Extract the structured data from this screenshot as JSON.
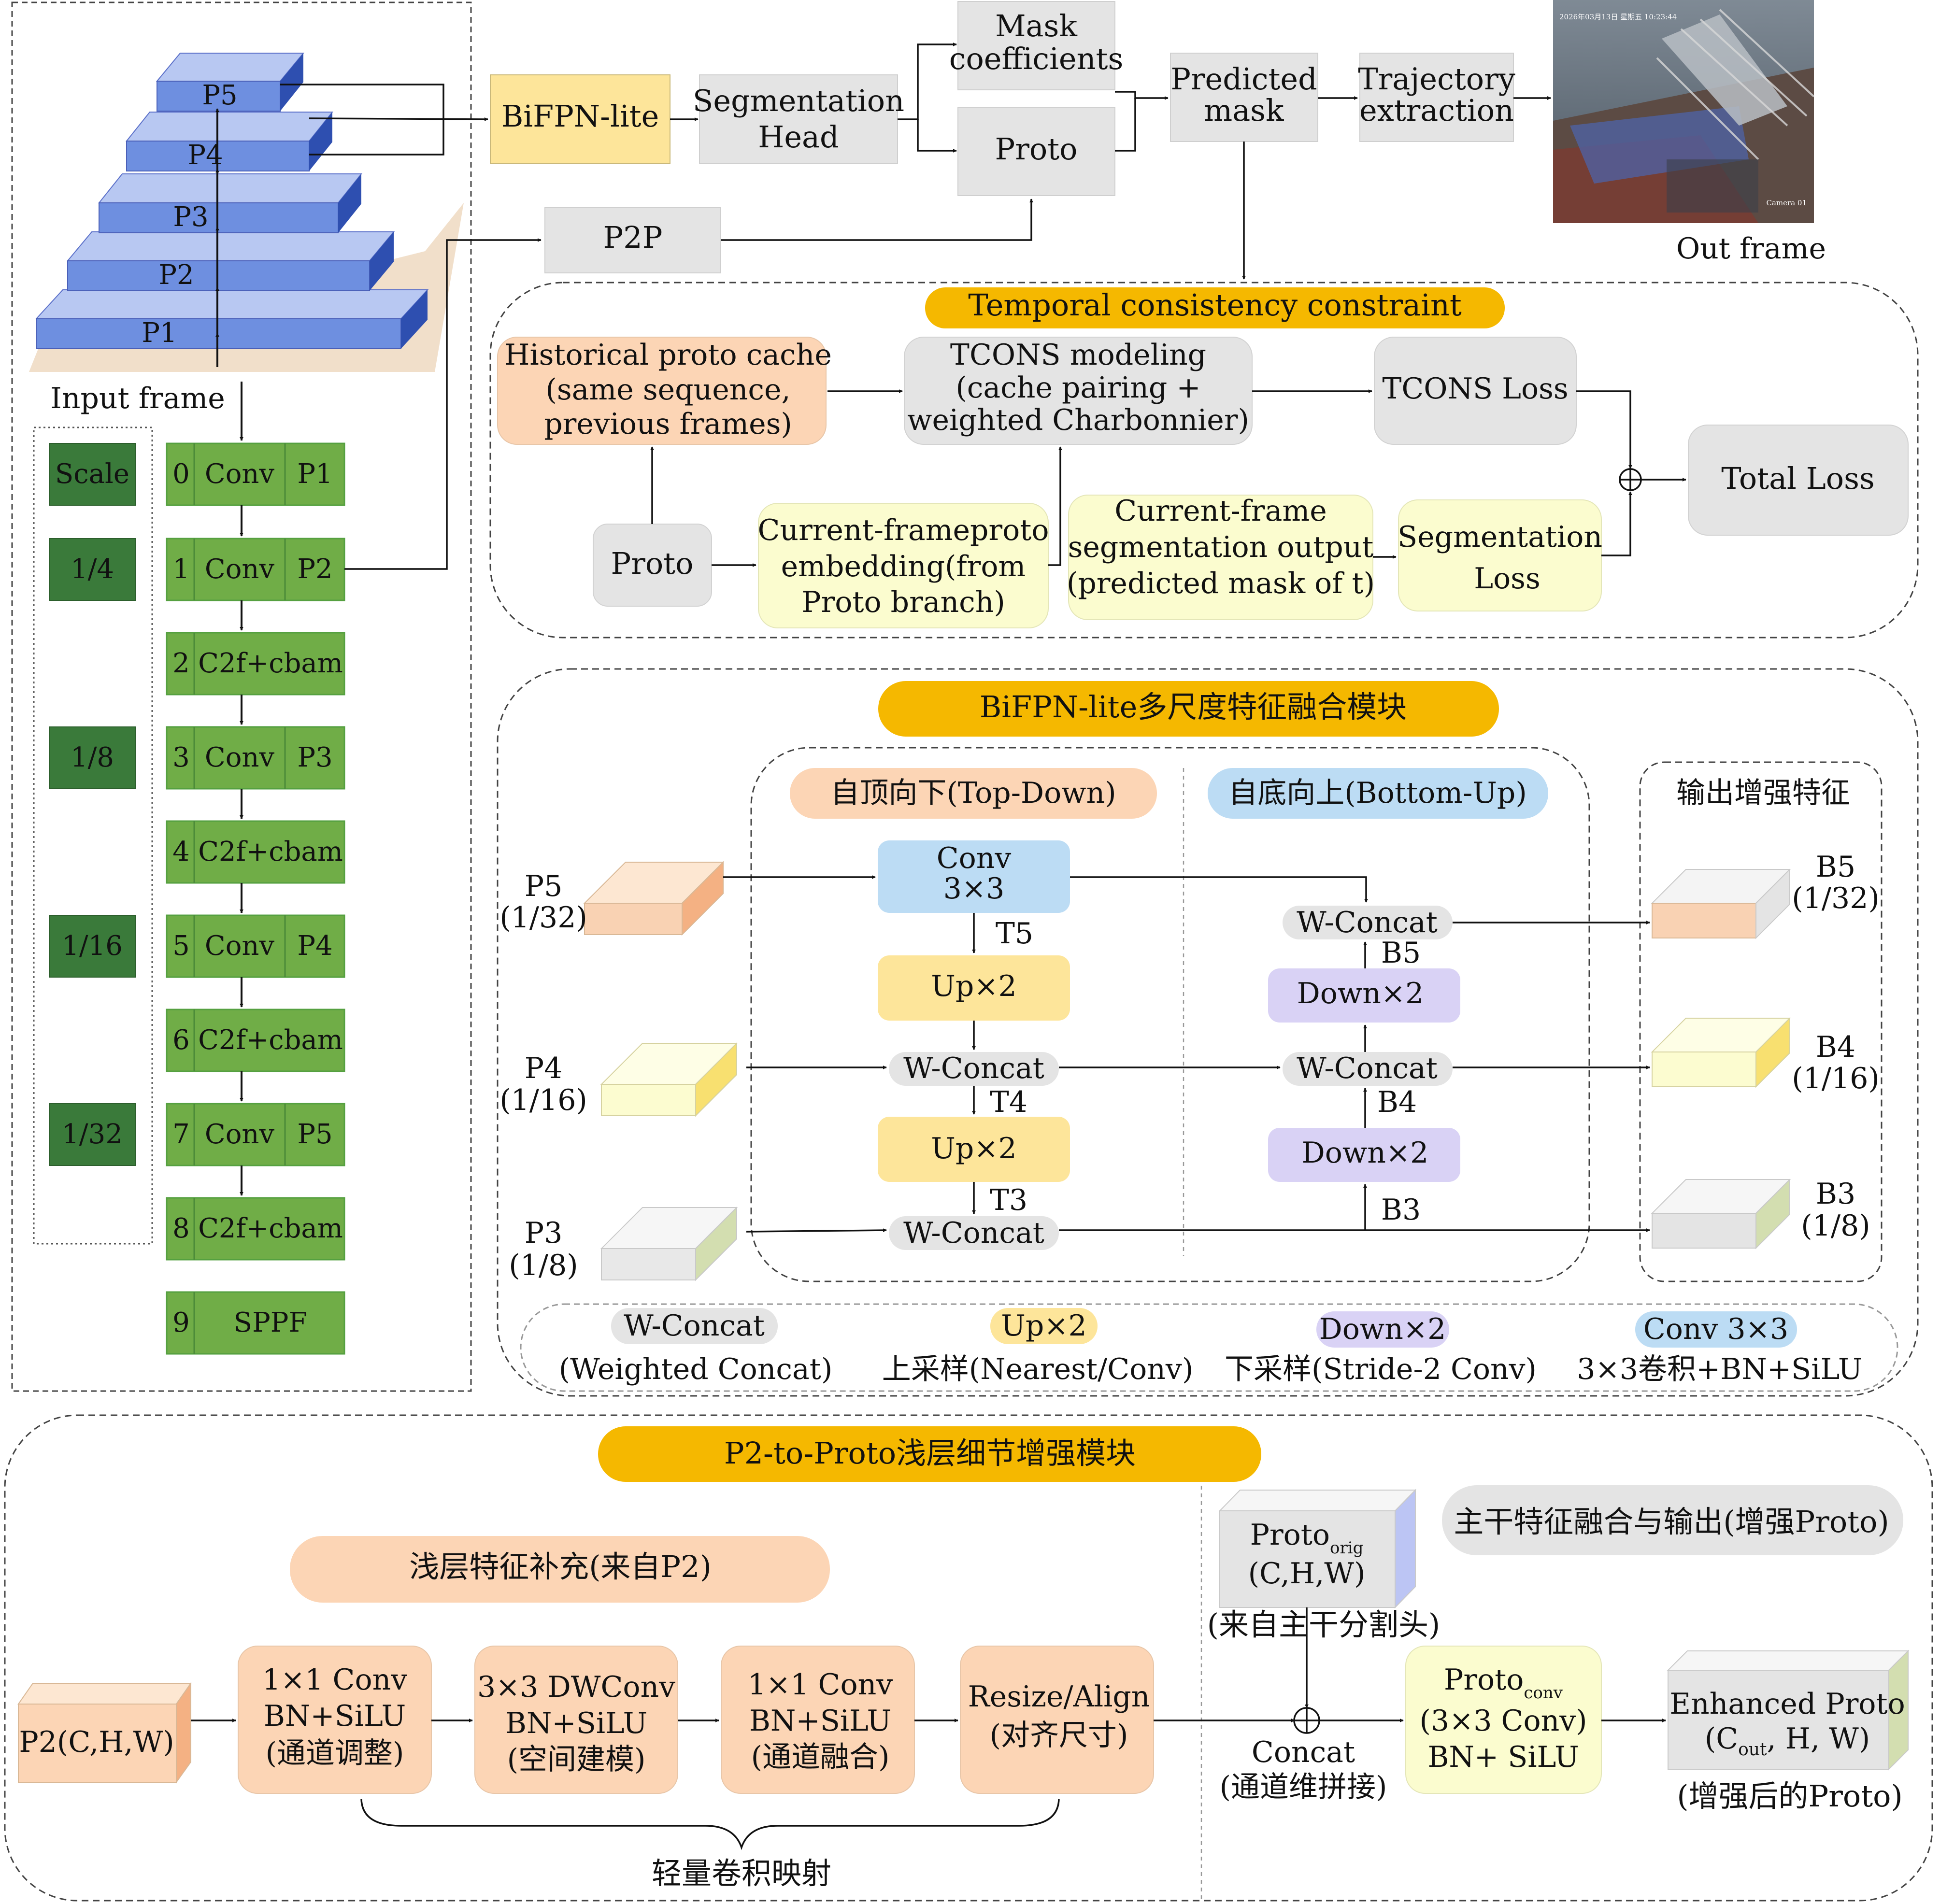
{
  "backbone": {
    "pyramid_levels": [
      "P5",
      "P4",
      "P3",
      "P2",
      "P1"
    ],
    "input_label": "Input frame",
    "scale_header": "Scale",
    "scales": [
      "1/4",
      "1/8",
      "1/16",
      "1/32"
    ],
    "layers": [
      {
        "idx": "0",
        "name": "Conv",
        "tag": "P1"
      },
      {
        "idx": "1",
        "name": "Conv",
        "tag": "P2"
      },
      {
        "idx": "2",
        "name": "C2f+cbam",
        "tag": ""
      },
      {
        "idx": "3",
        "name": "Conv",
        "tag": "P3"
      },
      {
        "idx": "4",
        "name": "C2f+cbam",
        "tag": ""
      },
      {
        "idx": "5",
        "name": "Conv",
        "tag": "P4"
      },
      {
        "idx": "6",
        "name": "C2f+cbam",
        "tag": ""
      },
      {
        "idx": "7",
        "name": "Conv",
        "tag": "P5"
      },
      {
        "idx": "8",
        "name": "C2f+cbam",
        "tag": ""
      },
      {
        "idx": "9",
        "name": "SPPF",
        "tag": ""
      }
    ]
  },
  "top_flow": {
    "bifpn": "BiFPN-lite",
    "seg_head": [
      "Segmentation",
      "Head"
    ],
    "mask_coeff": [
      "Mask",
      "coefficients"
    ],
    "proto": "Proto",
    "p2p": "P2P",
    "predicted_mask": [
      "Predicted",
      "mask"
    ],
    "trajectory": [
      "Trajectory",
      "extraction"
    ],
    "out_frame": "Out frame",
    "cam_timestamp": "2026年03月13日 星期五 10:23:44",
    "cam_label": "Camera 01"
  },
  "temporal": {
    "title": "Temporal consistency constraint",
    "cache": [
      "Historical proto cache",
      "(same sequence,",
      "previous frames)"
    ],
    "tcons_model": [
      "TCONS modeling",
      "(cache pairing +",
      "weighted Charbonnier)"
    ],
    "tcons_loss": "TCONS Loss",
    "total_loss": "Total Loss",
    "proto": "Proto",
    "current_embed": [
      "Current-frameproto",
      "embedding(from",
      "Proto branch)"
    ],
    "current_seg": [
      "Current-frame",
      "segmentation output",
      "(predicted mask of t)"
    ],
    "seg_loss": [
      "Segmentation",
      "Loss"
    ]
  },
  "bifpn_module": {
    "title": "BiFPN-lite多尺度特征融合模块",
    "top_down": "自顶向下(Top-Down)",
    "bottom_up": "自底向上(Bottom-Up)",
    "output_title": "输出增强特征",
    "inputs": [
      {
        "name": "P5",
        "scale": "(1/32)",
        "color": "#f9d2b3",
        "side": "#f4b183"
      },
      {
        "name": "P4",
        "scale": "(1/16)",
        "color": "#fcfcd0",
        "side": "#f8e070"
      },
      {
        "name": "P3",
        "scale": "(1/8)",
        "color": "#e8e8e8",
        "side": "#d3deb0"
      }
    ],
    "outputs": [
      {
        "name": "B5",
        "scale": "(1/32)"
      },
      {
        "name": "B4",
        "scale": "(1/16)"
      },
      {
        "name": "B3",
        "scale": "(1/8)"
      }
    ],
    "conv": [
      "Conv",
      "3×3"
    ],
    "up": "Up×2",
    "down": "Down×2",
    "wconcat": "W-Concat",
    "t_labels": [
      "T5",
      "T4",
      "T3"
    ],
    "b_labels": [
      "B5",
      "B4",
      "B3"
    ],
    "legend": [
      {
        "tag": "W-Concat",
        "desc": "(Weighted Concat)",
        "color": "#e4e4e4"
      },
      {
        "tag": "Up×2",
        "desc": "上采样(Nearest/Conv)",
        "color": "#fde59a"
      },
      {
        "tag": "Down×2",
        "desc": "下采样(Stride-2 Conv)",
        "color": "#d9d2f5"
      },
      {
        "tag": "Conv 3×3",
        "desc": "3×3卷积+BN+SiLU",
        "color": "#bcdcf4"
      }
    ]
  },
  "p2proto": {
    "title": "P2-to-Proto浅层细节增强模块",
    "shallow_title": "浅层特征补充(来自P2)",
    "trunk_title": "主干特征融合与输出(增强Proto)",
    "p2_input": "P2(C,H,W)",
    "steps": [
      [
        "1×1 Conv",
        "BN+SiLU",
        "(通道调整)"
      ],
      [
        "3×3 DWConv",
        "BN+SiLU",
        "(空间建模)"
      ],
      [
        "1×1 Conv",
        "BN+SiLU",
        "(通道融合)"
      ],
      [
        "Resize/Align",
        "(对齐尺寸)"
      ]
    ],
    "brace_label": "轻量卷积映射",
    "proto_orig": {
      "main": "Proto",
      "sub": "orig",
      "shape": "(C,H,W)",
      "note": "(来自主干分割头)"
    },
    "concat": [
      "Concat",
      "(通道维拼接)"
    ],
    "proto_conv": {
      "main": "Proto",
      "sub": "conv",
      "line2": "(3×3 Conv)",
      "line3": "BN+ SiLU"
    },
    "enhanced": {
      "line1": "Enhanced Proto",
      "pre": "(C",
      "sub": "out",
      "post": ", H, W)",
      "note": "(增强后的Proto)"
    }
  }
}
